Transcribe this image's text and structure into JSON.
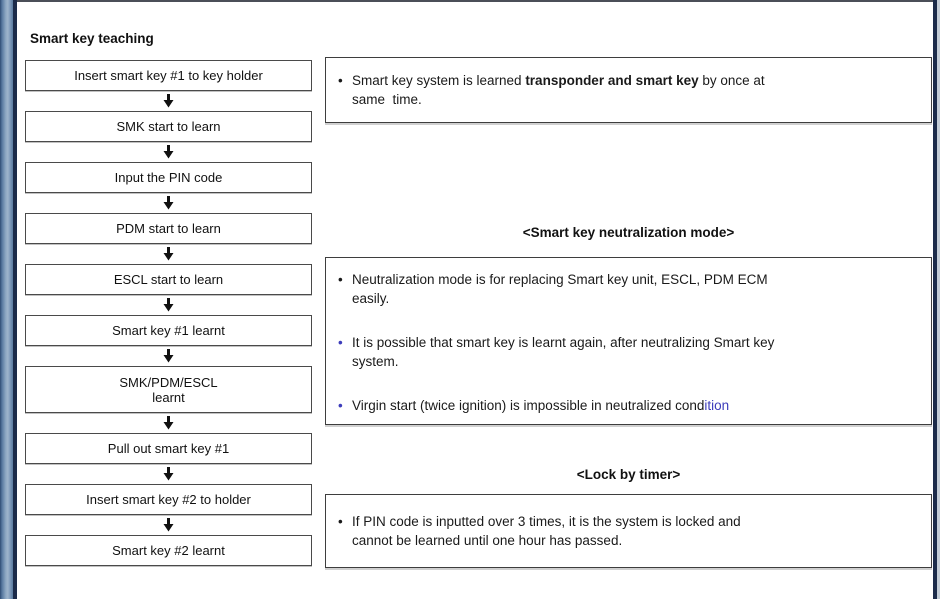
{
  "page": {
    "title": "Smart key teaching"
  },
  "colors": {
    "accent_blue": "#3d3dbb",
    "text": "#1a1a1a",
    "strip_blue": "#7d98b8",
    "border_navy": "#1c2b4a"
  },
  "bullet_char": "•",
  "flowchart": {
    "steps": [
      {
        "label": "Insert smart key #1 to key holder"
      },
      {
        "label": "SMK start to learn"
      },
      {
        "label": "Input the PIN code"
      },
      {
        "label": "PDM start to learn"
      },
      {
        "label": "ESCL start to learn"
      },
      {
        "label": "Smart key #1 learnt"
      },
      {
        "label": "SMK/PDM/ESCL\nlearnt"
      },
      {
        "label": "Pull out smart key #1"
      },
      {
        "label": "Insert smart key #2 to holder"
      },
      {
        "label": "Smart key #2 learnt"
      }
    ]
  },
  "info_box": {
    "items": [
      {
        "bullet_color": "#1a1a1a",
        "segments": [
          {
            "t": "Smart key system is learned "
          },
          {
            "t": "transponder and smart key",
            "b": true
          },
          {
            "t": " by once at\nsame  time."
          }
        ]
      }
    ]
  },
  "neutralization": {
    "heading": "<Smart key neutralization mode>",
    "items": [
      {
        "bullet_color": "#1a1a1a",
        "segments": [
          {
            "t": "Neutralization mode is for replacing Smart key unit, ESCL, PDM ECM\neasily."
          }
        ]
      },
      {
        "bullet_color": "#3d3dbb",
        "segments": [
          {
            "t": "It is possible that smart key is learnt again, after neutralizing Smart key\nsystem."
          }
        ]
      },
      {
        "bullet_color": "#3d3dbb",
        "segments": [
          {
            "t": "Virgin start (twice ignition) is impossible in neutralized cond"
          },
          {
            "t": "ition",
            "c": "#3d3dbb"
          }
        ]
      }
    ]
  },
  "lock_timer": {
    "heading": "<Lock by timer>",
    "items": [
      {
        "bullet_color": "#1a1a1a",
        "segments": [
          {
            "t": "If PIN code is inputted over 3 times, it is the system is locked and\ncannot be learned until one hour has passed."
          }
        ]
      }
    ]
  }
}
